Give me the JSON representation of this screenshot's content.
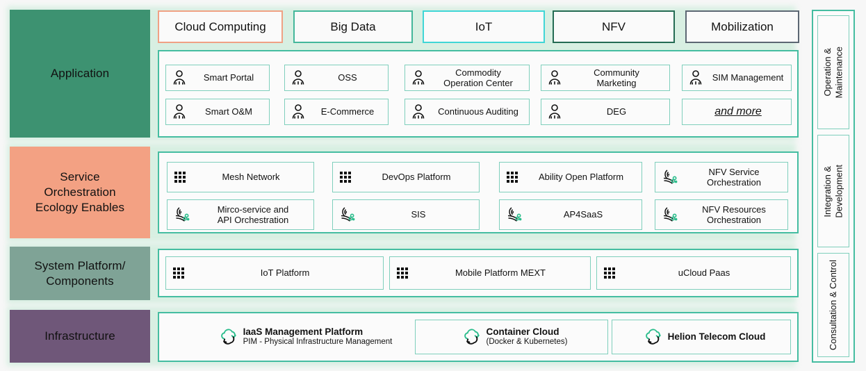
{
  "meta": {
    "title": "Telecom Cloud Layered Architecture",
    "colors": {
      "teal_border": "#45bda1",
      "teal_light": "#7fcfbc",
      "application_green": "#3d9271",
      "service_salmon": "#f3a183",
      "platform_graygreen": "#7fa396",
      "infrastructure_purple": "#6f5779",
      "tag_cloud_computing": "#f0a184",
      "tag_big_data": "#43b79b",
      "tag_iot": "#3fd6d6",
      "tag_nfv": "#246b53",
      "tag_mobilization": "#5c6773",
      "icon_green": "#2bbd8c",
      "icon_black": "#111111"
    }
  },
  "layers": [
    {
      "key": "application",
      "label": "Application"
    },
    {
      "key": "service",
      "label": "Service\nOrchestration\nEcology Enables"
    },
    {
      "key": "platform",
      "label": "System Platform/\nComponents"
    },
    {
      "key": "infrastructure",
      "label": "Infrastructure"
    }
  ],
  "tags": [
    {
      "label": "Cloud Computing",
      "color": "#f0a184"
    },
    {
      "label": "Big Data",
      "color": "#43b79b"
    },
    {
      "label": "IoT",
      "color": "#3fd6d6"
    },
    {
      "label": "NFV",
      "color": "#246b53"
    },
    {
      "label": "Mobilization",
      "color": "#5c6773"
    }
  ],
  "application_items": [
    {
      "label": "Smart Portal",
      "icon": "person-icon"
    },
    {
      "label": "OSS",
      "icon": "person-icon"
    },
    {
      "label": "Commodity\nOperation Center",
      "icon": "person-icon"
    },
    {
      "label": "Community\nMarketing",
      "icon": "person-icon"
    },
    {
      "label": "SIM Management",
      "icon": "person-icon"
    },
    {
      "label": "Smart O&M",
      "icon": "person-icon"
    },
    {
      "label": "E-Commerce",
      "icon": "person-icon"
    },
    {
      "label": "Continuous Auditing",
      "icon": "person-icon"
    },
    {
      "label": "DEG",
      "icon": "person-icon"
    },
    {
      "label": "and more",
      "icon": "none"
    }
  ],
  "service_items": [
    {
      "label": "Mesh Network",
      "icon": "grid-dots-icon"
    },
    {
      "label": "DevOps Platform",
      "icon": "grid-dots-icon"
    },
    {
      "label": "Ability Open Platform",
      "icon": "grid-dots-icon"
    },
    {
      "label": "NFV Service\nOrchestration",
      "icon": "orchestration-icon"
    },
    {
      "label": "Mirco-service and\nAPI Orchestration",
      "icon": "orchestration-icon"
    },
    {
      "label": "SIS",
      "icon": "orchestration-icon"
    },
    {
      "label": "AP4SaaS",
      "icon": "orchestration-icon"
    },
    {
      "label": "NFV Resources\nOrchestration",
      "icon": "orchestration-icon"
    }
  ],
  "platform_items": [
    {
      "label": "IoT Platform",
      "icon": "grid-dots-icon"
    },
    {
      "label": "Mobile Platform MEXT",
      "icon": "grid-dots-icon"
    },
    {
      "label": "uCloud Paas",
      "icon": "grid-dots-icon"
    }
  ],
  "infrastructure_items": [
    {
      "title": "IaaS Management Platform",
      "subtitle": "PIM - Physical Infrastructure Management",
      "icon": "cloud-sync-icon",
      "boxed": false
    },
    {
      "title": "Container Cloud",
      "subtitle": "(Docker & Kubernetes)",
      "icon": "cloud-sync-icon",
      "boxed": true
    },
    {
      "title": "Helion Telecom Cloud",
      "subtitle": "",
      "icon": "cloud-sync-icon",
      "boxed": true
    }
  ],
  "sidebar": {
    "items": [
      {
        "label": "Operation &\nMaintenance"
      },
      {
        "label": "Integration &\nDevelopment"
      },
      {
        "label": "Consultation & Control"
      }
    ]
  }
}
